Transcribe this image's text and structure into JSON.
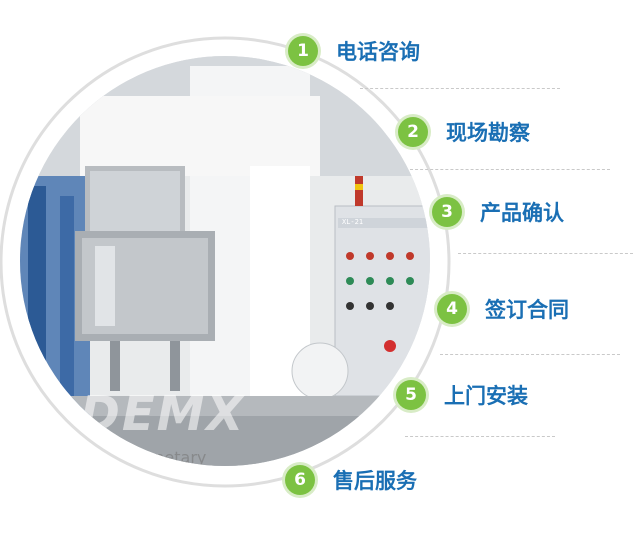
{
  "steps": [
    {
      "num": "1",
      "label": "电话咨询"
    },
    {
      "num": "2",
      "label": "现场勘察"
    },
    {
      "num": "3",
      "label": "产品确认"
    },
    {
      "num": "4",
      "label": "签订合同"
    },
    {
      "num": "5",
      "label": "上门安装"
    },
    {
      "num": "6",
      "label": "售后服务"
    }
  ],
  "photo": {
    "brand": "DEMX",
    "brand_sub": "lanetary",
    "panel_tag": "XL-21"
  },
  "colors": {
    "accent_green": "#7cc242",
    "label_blue": "#1a6fb4",
    "arc_gray": "#d9d9d9"
  }
}
